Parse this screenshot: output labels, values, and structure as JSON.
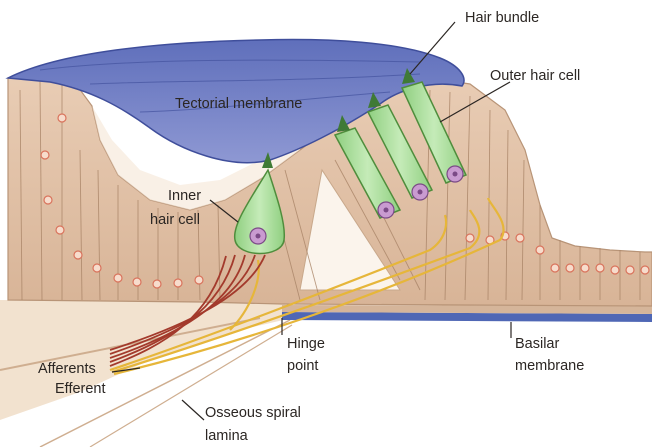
{
  "labels": {
    "hair_bundle": "Hair bundle",
    "outer_hair_cell": "Outer hair cell",
    "tectorial_membrane": "Tectorial membrane",
    "inner_hair_cell": [
      "Inner",
      "hair cell"
    ],
    "afferents": "Afferents",
    "efferent": "Efferent",
    "hinge_point": [
      "Hinge",
      "point"
    ],
    "basilar_membrane": [
      "Basilar",
      "membrane"
    ],
    "osseous_spiral_lamina": [
      "Osseous spiral",
      "lamina"
    ]
  },
  "colors": {
    "tectorial_membrane": "#7f8bcb",
    "tissue": "#e6c8ae",
    "hair_cell": "#a9d89a",
    "nucleus": "#c99bd0",
    "afferent_fibers": "#a33a2c",
    "efferent_fibers": "#e6b63a",
    "basilar_membrane": "#4f67b5",
    "nuclei_small": "#d9735c"
  }
}
